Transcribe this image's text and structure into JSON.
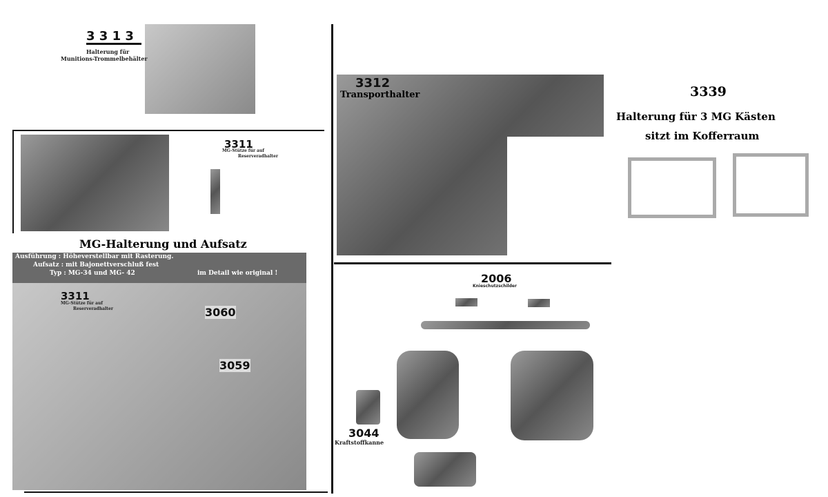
{
  "items": {
    "i3313": {
      "num": "3 3 1 3",
      "desc1": "Halterung für",
      "desc2": "Munitions-Trommelbehälter"
    },
    "i3311a": {
      "num": "3311",
      "desc1": "MG-Stütze für auf",
      "desc2": "Reserveradhalter"
    },
    "mg": {
      "title": "MG-Halterung und  Aufsatz",
      "line1": "Ausführung : Höheverstellbar mit Rasterung.",
      "line2": "Aufsatz : mit Bajonettverschluß fest",
      "line3": "Typ : MG-34  und MG- 42",
      "note": "im Detail wie original !"
    },
    "i3311b": {
      "num": "3311",
      "desc1": "MG-Stütze für auf",
      "desc2": "Reserveradhalter"
    },
    "i3060": {
      "num": "3060"
    },
    "i3059": {
      "num": "3059"
    },
    "i3312": {
      "num": "3312",
      "desc": "Transporthalter"
    },
    "i3339": {
      "num": "3339",
      "desc1": "Halterung für 3 MG Kästen",
      "desc2": "sitzt im Kofferraum"
    },
    "i2006": {
      "num": "2006",
      "desc": "Knieschutzschilder"
    },
    "i3044": {
      "num": "3044",
      "desc": "Kraftstoffkanne"
    }
  }
}
